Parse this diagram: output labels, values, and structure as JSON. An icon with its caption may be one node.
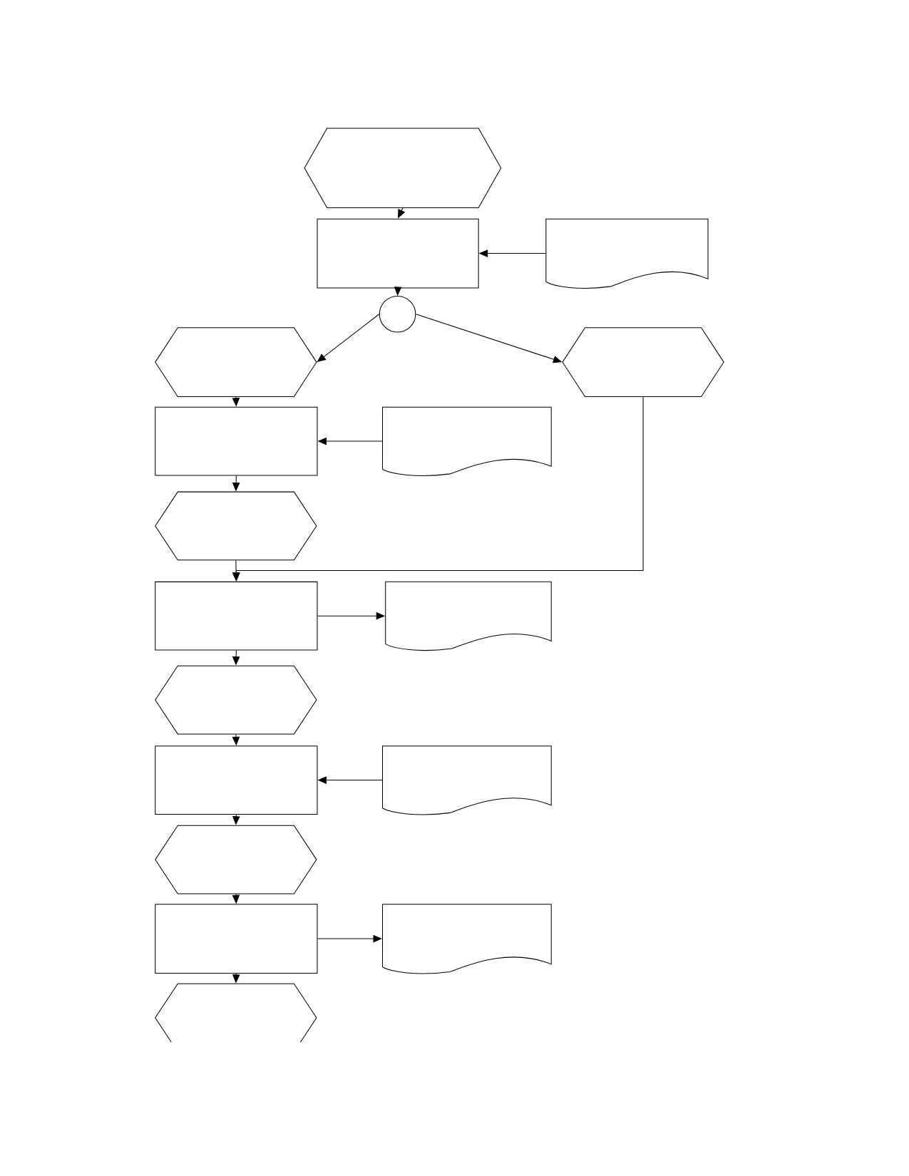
{
  "diagram": {
    "nodes": [
      {
        "text": [],
        "shape": "hexagon"
      },
      {
        "text": [],
        "shape": "box"
      },
      {
        "text": [],
        "shape": "document"
      },
      {
        "text": [],
        "shape": "circle"
      },
      {
        "text": [],
        "shape": "hexagon"
      },
      {
        "text": [],
        "shape": "hexagon"
      },
      {
        "text": [],
        "shape": "box"
      },
      {
        "text": [],
        "shape": "document"
      },
      {
        "text": [],
        "shape": "hexagon"
      },
      {
        "text": [],
        "shape": "box"
      },
      {
        "text": [],
        "shape": "document"
      },
      {
        "text": [],
        "shape": "hexagon"
      },
      {
        "text": [],
        "shape": "box"
      },
      {
        "text": [],
        "shape": "document"
      },
      {
        "text": [],
        "shape": "hexagon"
      },
      {
        "text": [],
        "shape": "box"
      },
      {
        "text": [],
        "shape": "document"
      },
      {
        "text": [],
        "shape": "hexagon"
      }
    ],
    "edges": [
      {
        "from": 0,
        "to": 1,
        "arrow": "to"
      },
      {
        "from": 2,
        "to": 1,
        "arrow": "to"
      },
      {
        "from": 1,
        "to": 3,
        "arrow": "to"
      },
      {
        "from": 3,
        "to": 4,
        "arrow": "to"
      },
      {
        "from": 3,
        "to": 5,
        "arrow": "to"
      },
      {
        "from": 4,
        "to": 6,
        "arrow": "to"
      },
      {
        "from": 7,
        "to": 6,
        "arrow": "to"
      },
      {
        "from": 6,
        "to": 8,
        "arrow": "to"
      },
      {
        "from": 8,
        "to": 9,
        "arrow": "to"
      },
      {
        "from": 5,
        "to": 9,
        "arrow": "to"
      },
      {
        "from": 9,
        "to": 10,
        "arrow": "to"
      },
      {
        "from": 9,
        "to": 11,
        "arrow": "to"
      },
      {
        "from": 11,
        "to": 12,
        "arrow": "to"
      },
      {
        "from": 13,
        "to": 12,
        "arrow": "to"
      },
      {
        "from": 12,
        "to": 14,
        "arrow": "to"
      },
      {
        "from": 14,
        "to": 15,
        "arrow": "to"
      },
      {
        "from": 15,
        "to": 16,
        "arrow": "to"
      },
      {
        "from": 15,
        "to": 17,
        "arrow": "to"
      }
    ]
  }
}
